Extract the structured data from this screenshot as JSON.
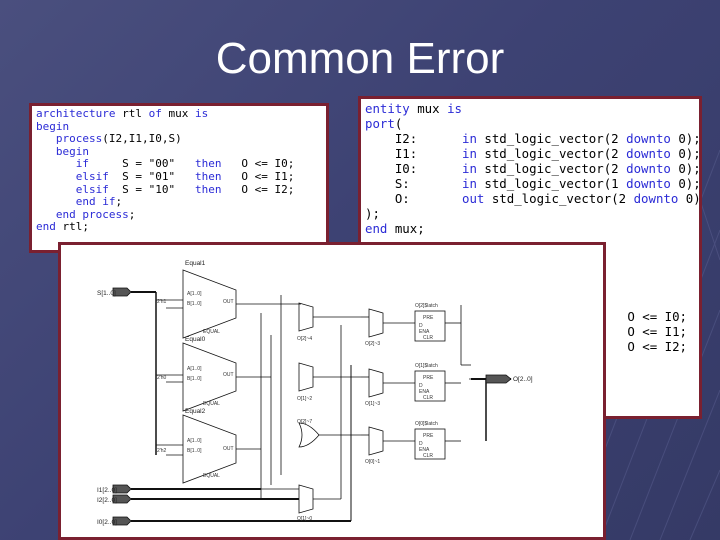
{
  "slide": {
    "title": "Common Error"
  },
  "code_left": {
    "lines": [
      {
        "indent": 0,
        "segs": [
          {
            "t": "architecture",
            "k": 1
          },
          {
            "t": " rtl "
          },
          {
            "t": "of",
            "k": 1
          },
          {
            "t": " mux "
          },
          {
            "t": "is",
            "k": 1
          }
        ]
      },
      {
        "indent": 0,
        "segs": [
          {
            "t": "begin",
            "k": 1
          }
        ]
      },
      {
        "indent": 3,
        "segs": [
          {
            "t": "process",
            "k": 1
          },
          {
            "t": "(I2,I1,I0,S)"
          }
        ]
      },
      {
        "indent": 3,
        "segs": [
          {
            "t": "begin",
            "k": 1
          }
        ]
      },
      {
        "indent": 6,
        "segs": [
          {
            "t": "if",
            "k": 1
          },
          {
            "t": "     S = \"00\"   "
          },
          {
            "t": "then",
            "k": 1
          },
          {
            "t": "   O <= I0;"
          }
        ]
      },
      {
        "indent": 6,
        "segs": [
          {
            "t": "elsif",
            "k": 1
          },
          {
            "t": "  S = \"01\"   "
          },
          {
            "t": "then",
            "k": 1
          },
          {
            "t": "   O <= I1;"
          }
        ]
      },
      {
        "indent": 6,
        "segs": [
          {
            "t": "elsif",
            "k": 1
          },
          {
            "t": "  S = \"10\"   "
          },
          {
            "t": "then",
            "k": 1
          },
          {
            "t": "   O <= I2;"
          }
        ]
      },
      {
        "indent": 6,
        "segs": [
          {
            "t": "end if",
            "k": 1
          },
          {
            "t": ";"
          }
        ]
      },
      {
        "indent": 3,
        "segs": [
          {
            "t": "end process",
            "k": 1
          },
          {
            "t": ";"
          }
        ]
      },
      {
        "indent": 0,
        "segs": [
          {
            "t": "end",
            "k": 1
          },
          {
            "t": " rtl;"
          }
        ]
      }
    ]
  },
  "code_right": {
    "lines": [
      [
        {
          "t": "entity",
          "k": 1
        },
        {
          "t": " mux "
        },
        {
          "t": "is",
          "k": 1
        }
      ],
      [
        {
          "t": "port",
          "k": 1
        },
        {
          "t": "("
        }
      ],
      [
        {
          "t": "    I2:      "
        },
        {
          "t": "in",
          "k": 1
        },
        {
          "t": " std_logic_vector(2 "
        },
        {
          "t": "downto",
          "k": 1
        },
        {
          "t": " 0);"
        }
      ],
      [
        {
          "t": "    I1:      "
        },
        {
          "t": "in",
          "k": 1
        },
        {
          "t": " std_logic_vector(2 "
        },
        {
          "t": "downto",
          "k": 1
        },
        {
          "t": " 0);"
        }
      ],
      [
        {
          "t": "    I0:      "
        },
        {
          "t": "in",
          "k": 1
        },
        {
          "t": " std_logic_vector(2 "
        },
        {
          "t": "downto",
          "k": 1
        },
        {
          "t": " 0);"
        }
      ],
      [
        {
          "t": "    S:       "
        },
        {
          "t": "in",
          "k": 1
        },
        {
          "t": " std_logic_vector(1 "
        },
        {
          "t": "downto",
          "k": 1
        },
        {
          "t": " 0);"
        }
      ],
      [
        {
          "t": "    O:       "
        },
        {
          "t": "out",
          "k": 1
        },
        {
          "t": " std_logic_vector(2 "
        },
        {
          "t": "downto",
          "k": 1
        },
        {
          "t": " 0)"
        }
      ],
      [
        {
          "t": ");"
        }
      ],
      [
        {
          "t": "end",
          "k": 1
        },
        {
          "t": " mux;"
        }
      ]
    ],
    "assign_lines": [
      "O <= I0;",
      "O <= I1;",
      "O <= I2;"
    ]
  },
  "schematic": {
    "ports": {
      "s": "S[1..0]",
      "i1": "I1[2..0]",
      "i2": "I2[2..0]",
      "i0": "I0[2..0]",
      "o": "O[2..0]"
    },
    "comparators": [
      {
        "name": "Equal1",
        "pins": [
          "A[1..0]",
          "B[1..0]"
        ],
        "out": "OUT",
        "sub": "EQUAL"
      },
      {
        "name": "Equal0",
        "pins": [
          "A[1..0]",
          "B[1..0]"
        ],
        "out": "OUT",
        "sub": "EQUAL"
      },
      {
        "name": "Equal2",
        "pins": [
          "A[1..0]",
          "B[1..0]"
        ],
        "out": "OUT",
        "sub": "EQUAL"
      }
    ],
    "const_labels": [
      "2'h1",
      "2'h0",
      "2'h2"
    ],
    "mux_labels": [
      "O[2]~4",
      "O[1]~2",
      "O[2]~7",
      "O[1]~0"
    ],
    "latch_labels": [
      "O[2]$latch",
      "O[1]$latch",
      "O[0]$latch"
    ],
    "mux2_labels": [
      "O[2]~3",
      "O[1]~3",
      "O[0]~1"
    ],
    "pin_pre": "PRE",
    "pin_d": "D",
    "pin_ena": "ENA",
    "pin_clr": "CLR"
  },
  "colors": {
    "background": "#3d4273",
    "border": "#7a2030",
    "keyword": "#2b2bd6"
  }
}
